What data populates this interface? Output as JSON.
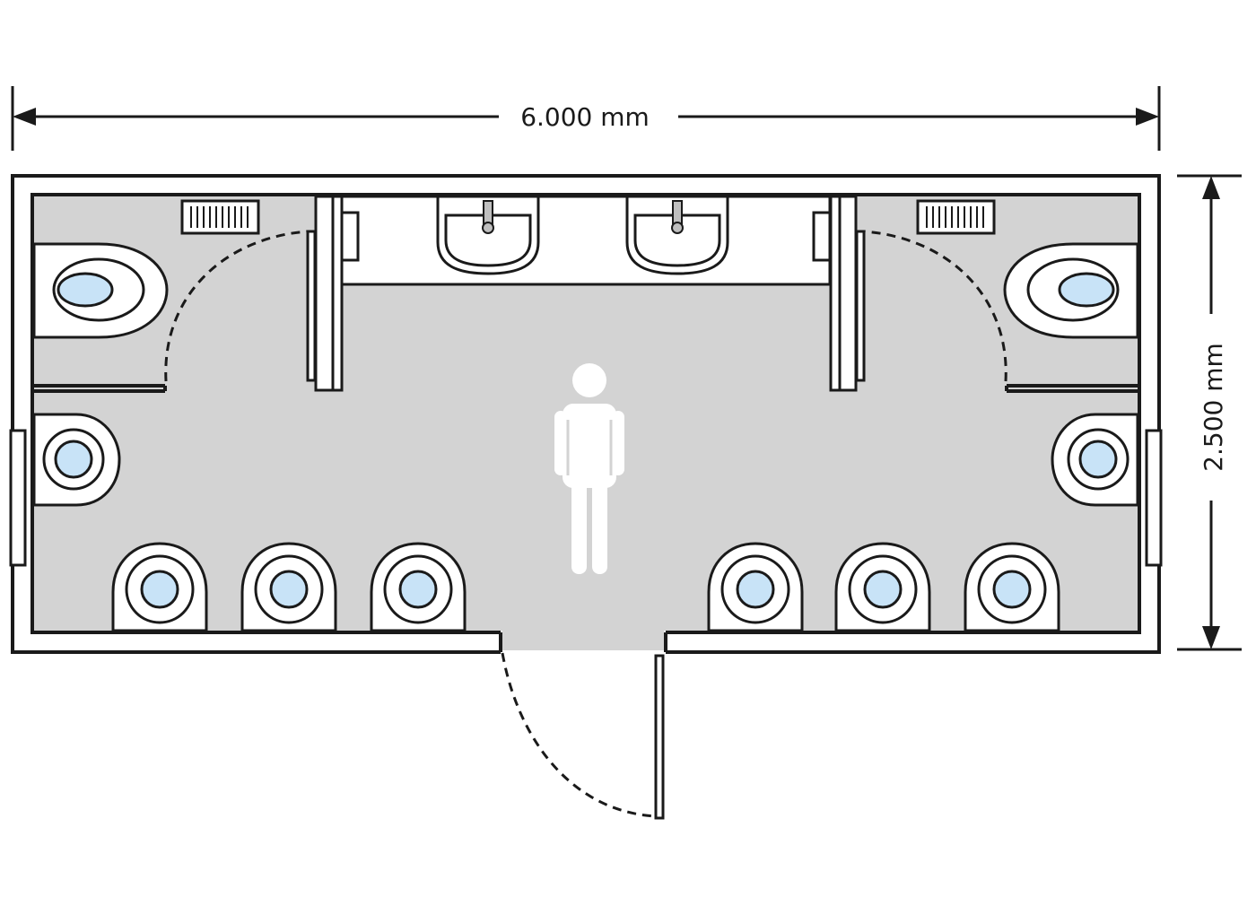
{
  "dimensions": {
    "width_label": "6.000 mm",
    "depth_label": "2.500 mm"
  },
  "fixtures": {
    "wc_cubicles": 2,
    "wall_urinals": 2,
    "floor_urinals": 6,
    "wash_basins": 2,
    "entrance_doors": 1
  },
  "colors": {
    "floor": "#d3d3d3",
    "bowl_water": "#c8e3f7",
    "line": "#1a1a1a",
    "figure": "#ffffff"
  },
  "icons": {
    "person": "person-icon"
  }
}
